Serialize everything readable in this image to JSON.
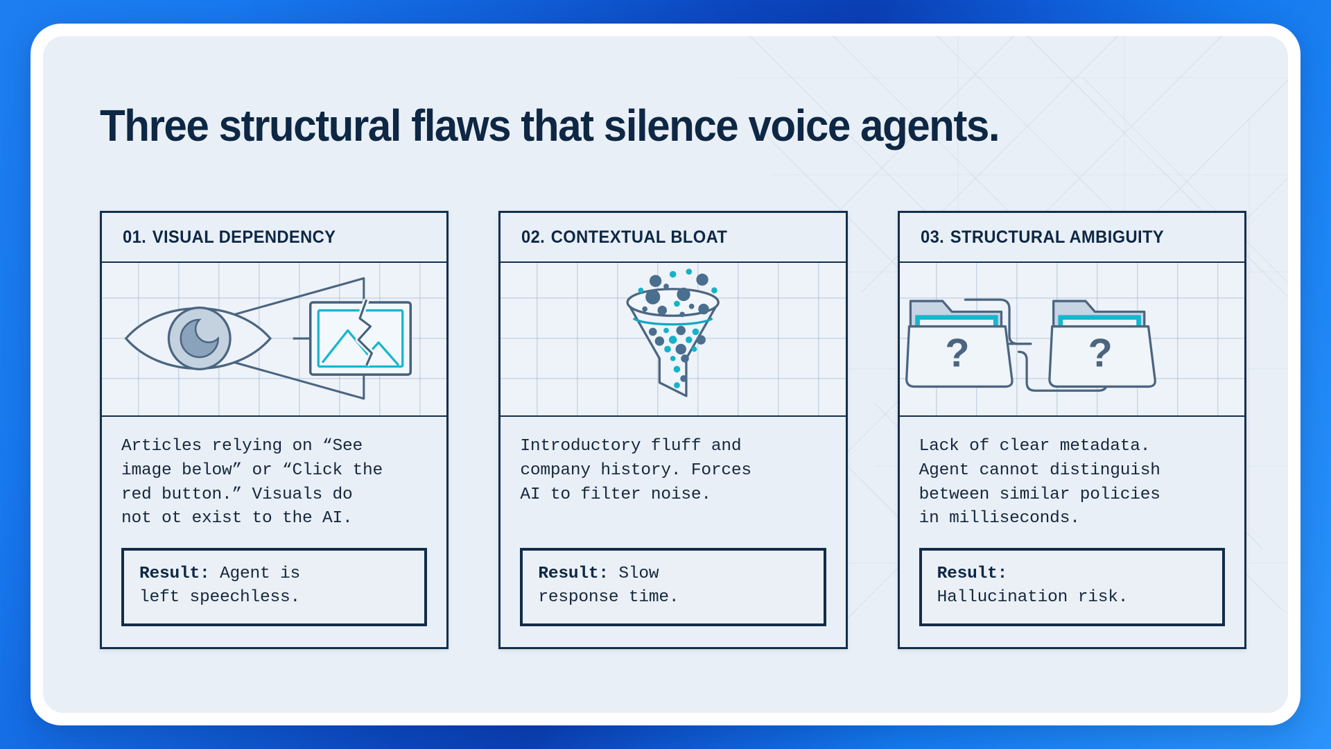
{
  "page": {
    "title": "Three structural flaws that silence voice agents."
  },
  "colors": {
    "bg_gradient_start": "#1d7ef0",
    "bg_gradient_mid": "#0b3fb4",
    "bg_gradient_end": "#2b93fa",
    "frame": "#ffffff",
    "panel": "#e9eff6",
    "ink": "#0d2744",
    "border": "#132f4c",
    "accent_cyan": "#14b8cf",
    "slate": "#4d6a88"
  },
  "cards": [
    {
      "number": "01.",
      "heading": "VISUAL DEPENDENCY",
      "icon": "eye-broken-image-icon",
      "body": "Articles relying on “See\nimage below” or “Click the\nred button.” Visuals do\nnot ot exist to the AI.",
      "result_label": "Result:",
      "result_text": " Agent is\nleft speechless."
    },
    {
      "number": "02.",
      "heading": "CONTEXTUAL BLOAT",
      "icon": "funnel-noise-icon",
      "body": "Introductory fluff and\ncompany history. Forces\nAI to filter noise.",
      "result_label": "Result:",
      "result_text": " Slow\nresponse time."
    },
    {
      "number": "03.",
      "heading": "STRUCTURAL AMBIGUITY",
      "icon": "folders-question-icon",
      "body": "Lack of clear metadata.\nAgent cannot distinguish\nbetween similar policies\nin milliseconds.",
      "result_label": "Result:",
      "result_text": "\nHallucination risk."
    }
  ]
}
